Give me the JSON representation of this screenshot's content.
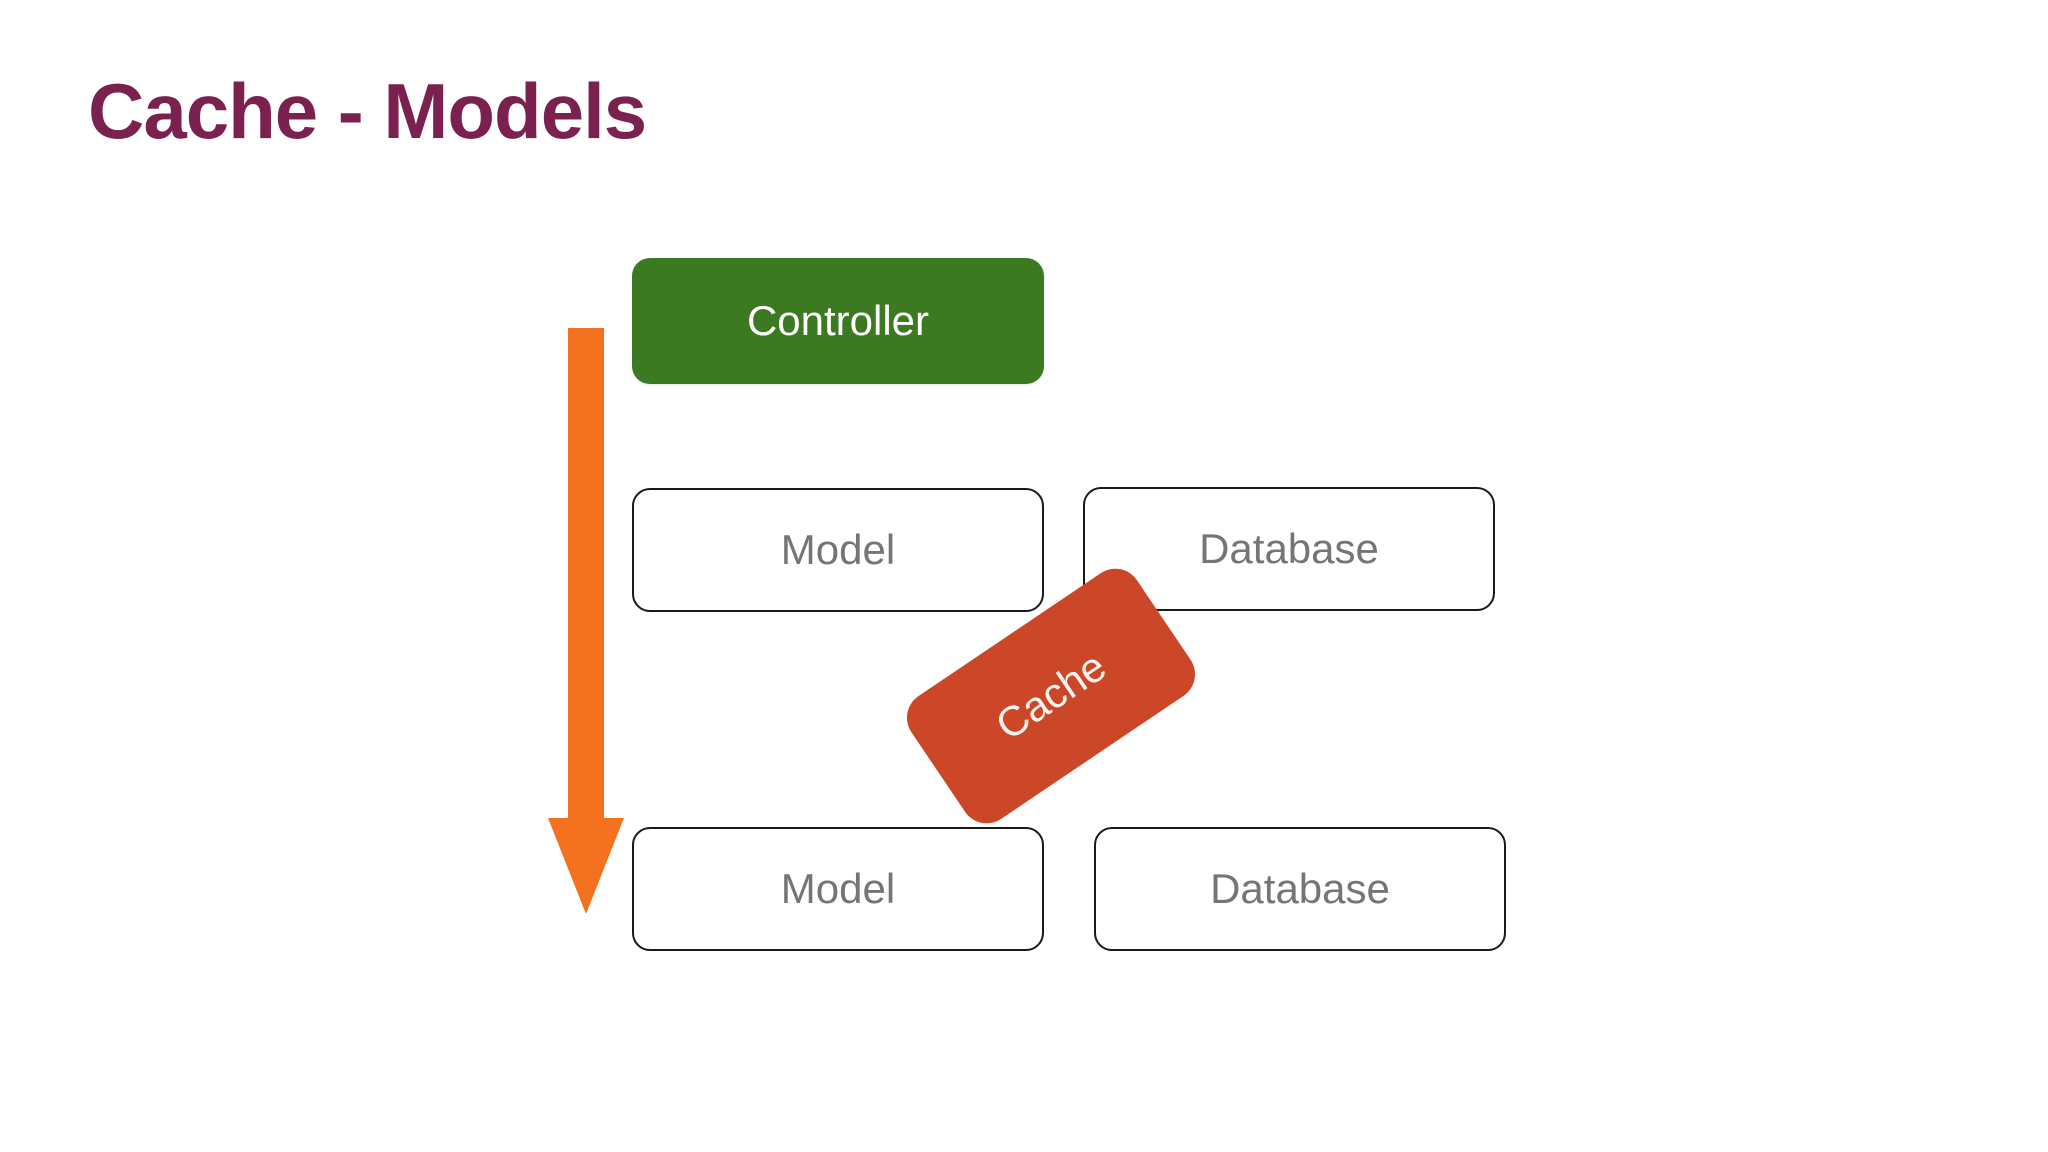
{
  "slide": {
    "title": "Cache - Models",
    "background_color": "#ffffff",
    "title_color": "#7b2150"
  },
  "palette": {
    "title_maroon": "#7b2150",
    "controller_green": "#3b7a20",
    "cache_red": "#cc4628",
    "arrow_orange": "#f4711f",
    "box_border": "#1a1a1a",
    "box_text_gray": "#757575",
    "box_fill_white": "#ffffff"
  },
  "diagram": {
    "type": "architecture-flow",
    "arrow": {
      "name": "downward-flow-arrow",
      "direction": "down",
      "color": "#f4711f"
    },
    "nodes": [
      {
        "id": "controller",
        "label": "Controller",
        "style": "filled-green",
        "row": "top",
        "column": "left"
      },
      {
        "id": "model-top",
        "label": "Model",
        "style": "outlined",
        "row": "middle",
        "column": "left"
      },
      {
        "id": "database-top",
        "label": "Database",
        "style": "outlined",
        "row": "middle",
        "column": "right"
      },
      {
        "id": "cache",
        "label": "Cache",
        "style": "filled-red-rotated",
        "row": "middle-overlay",
        "column": "center",
        "rotation_deg": -34
      },
      {
        "id": "model-bottom",
        "label": "Model",
        "style": "outlined",
        "row": "bottom",
        "column": "left"
      },
      {
        "id": "database-bottom",
        "label": "Database",
        "style": "outlined",
        "row": "bottom",
        "column": "right"
      }
    ]
  }
}
